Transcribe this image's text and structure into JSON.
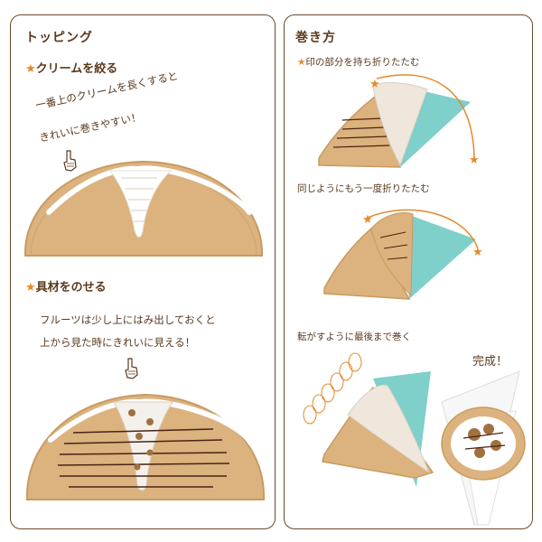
{
  "left": {
    "title": "トッピング",
    "step1": {
      "star": "★",
      "title": "クリームを絞る",
      "note_line1": "一番上のクリームを長くすると",
      "note_line2": "きれいに巻きやすい！"
    },
    "step2": {
      "star": "★",
      "title": "具材をのせる",
      "note_line1": "フルーツは少し上にはみ出しておくと",
      "note_line2": "上から見た時にきれいに見える！"
    }
  },
  "right": {
    "title": "巻き方",
    "step1": {
      "star": "★",
      "caption": "印の部分を持ち折りたたむ"
    },
    "step2": {
      "caption": "同じようにもう一度折りたたむ"
    },
    "step3": {
      "caption": "転がすように最後まで巻く"
    },
    "done": "完成！"
  },
  "colors": {
    "border": "#6b4a2b",
    "text": "#5a3a1e",
    "crepe": "#dcb27e",
    "teal": "#7fcfca",
    "star": "#e5892a",
    "chocolate": "#4a2416"
  }
}
